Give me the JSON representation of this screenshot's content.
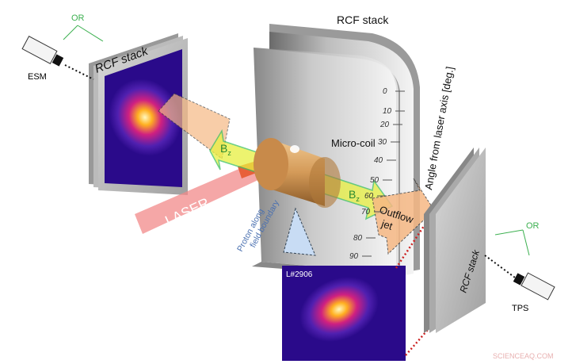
{
  "labels": {
    "or_left": "OR",
    "or_right": "OR",
    "esm": "ESM",
    "tps": "TPS",
    "rcf_left": "RCF stack",
    "rcf_top": "RCF stack",
    "rcf_right": "RCF stack",
    "micro_coil": "Micro-coil",
    "bz_left": "B",
    "bz_right": "B",
    "bz_sub": "z",
    "laser": "LASER",
    "proton_line1": "Proton along",
    "proton_line2": "field boundary",
    "outflow_line1": "Outflow",
    "outflow_line2": "jet",
    "angle_axis": "Angle from laser axis [deg.]",
    "shot_id": "L#2906",
    "watermark": "SCIENCEAQ.COM"
  },
  "angle_ticks": [
    "0",
    "10",
    "20",
    "30",
    "40",
    "50",
    "60",
    "70",
    "80",
    "90"
  ],
  "colors": {
    "laser": "#f28a8a",
    "coil": "#d9a060",
    "field_arrow": "#e8f040",
    "field_outline": "#3cc060",
    "outflow": "#f6b884",
    "rcf_image_bg": "#2a0a8a",
    "rcf_hot": "#ffd040",
    "green_arrows": "#3cb050",
    "red_dotted": "#cc2020"
  }
}
